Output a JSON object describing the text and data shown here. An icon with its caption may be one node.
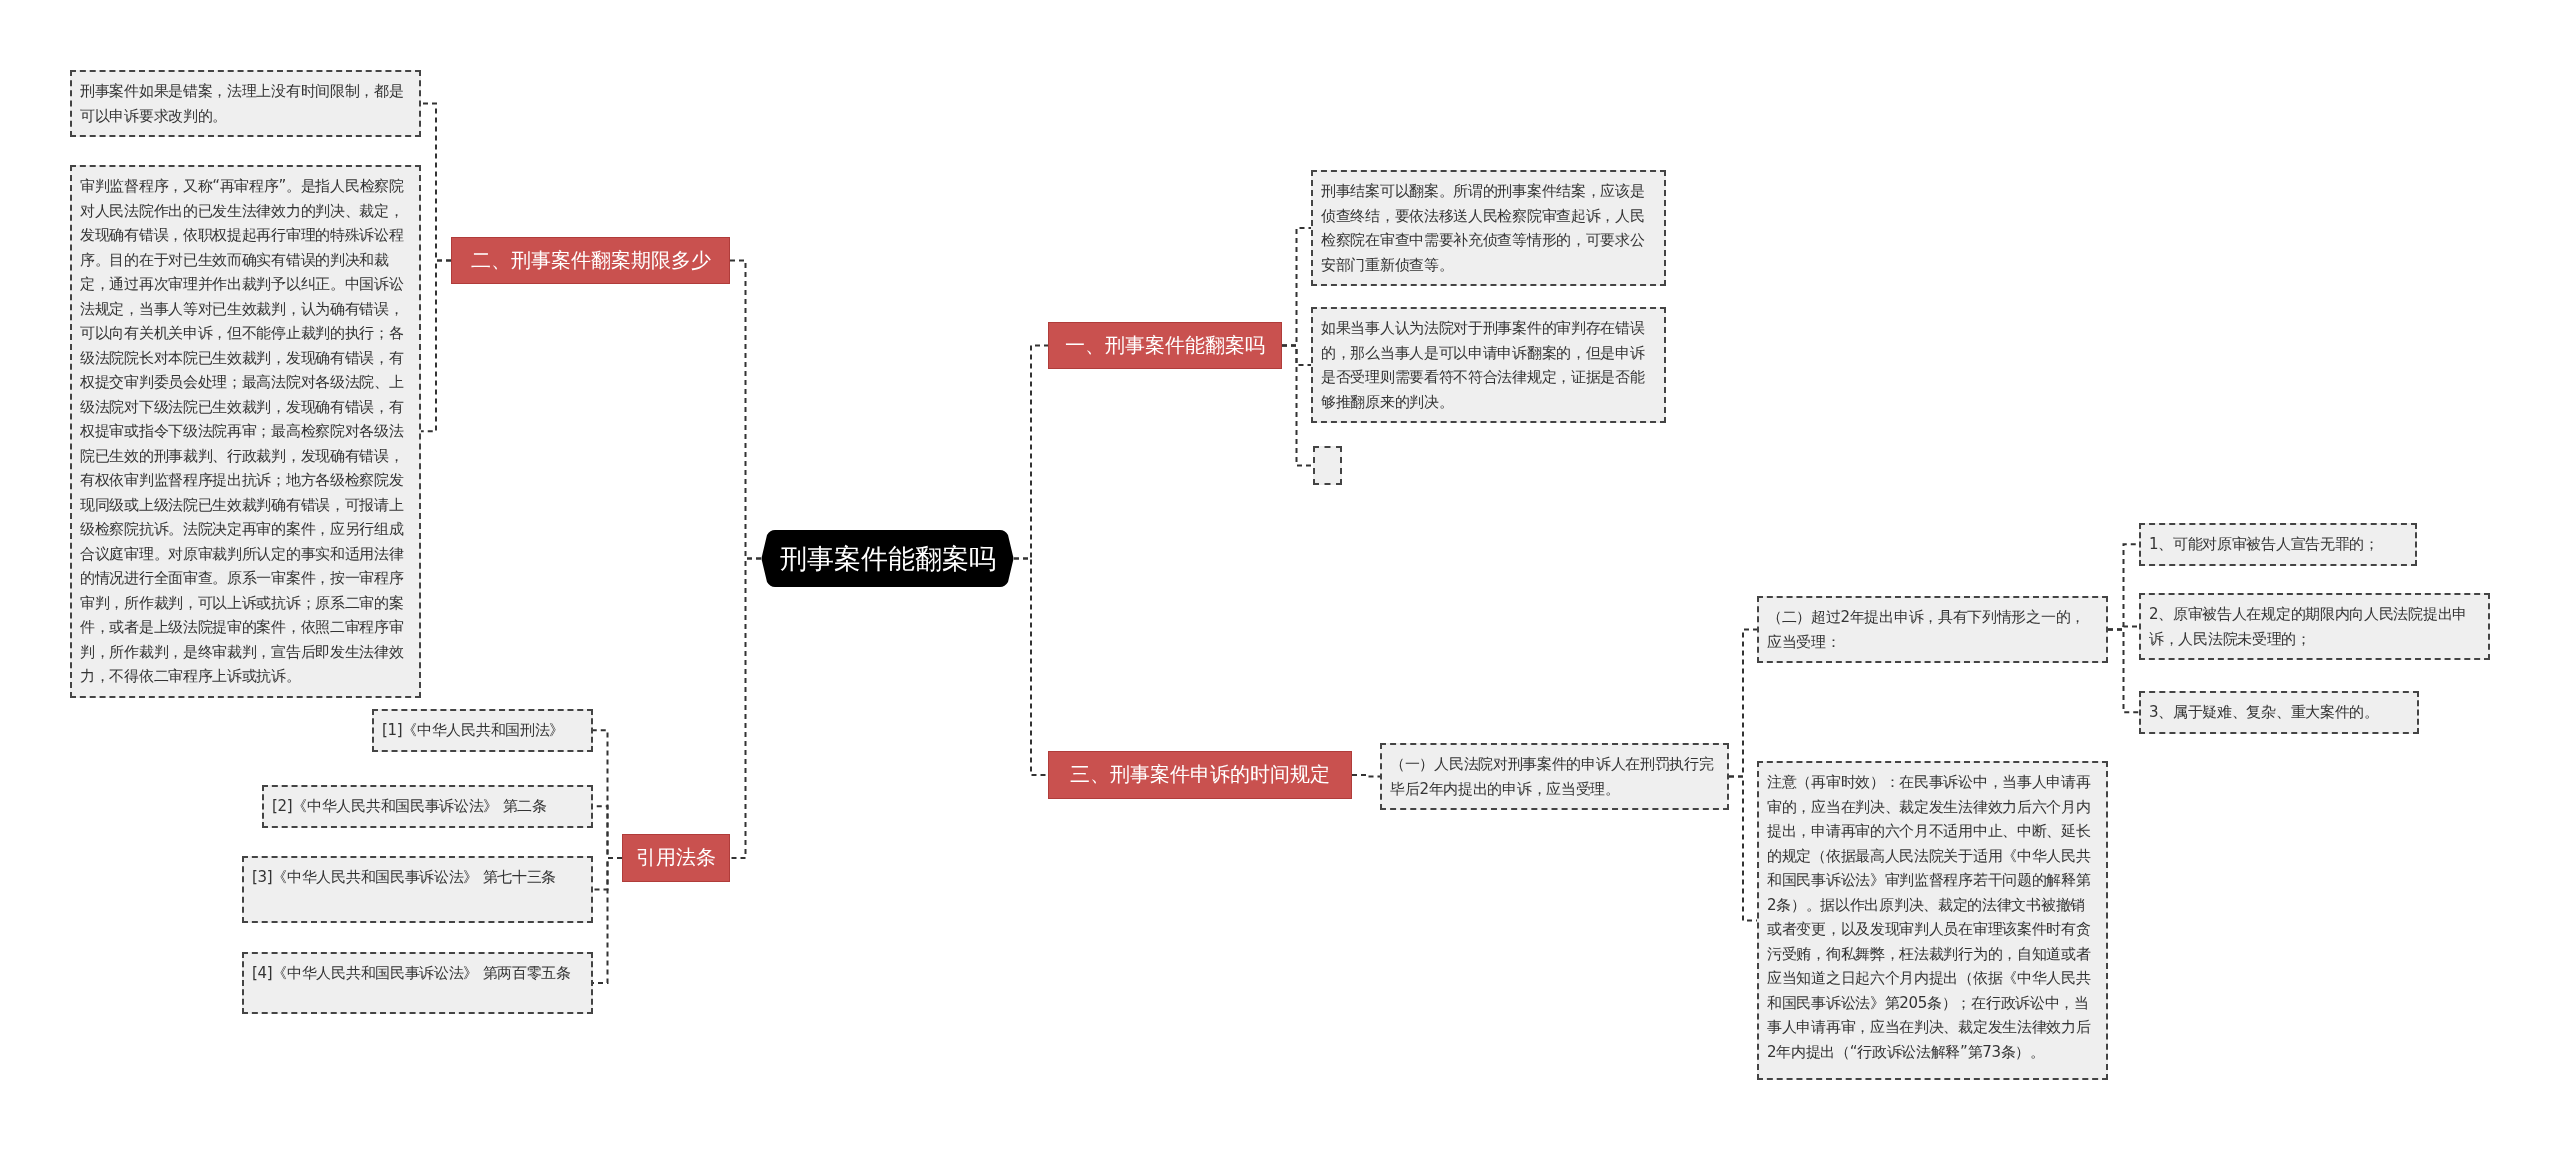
{
  "diagram": {
    "nodes": [
      {
        "text": [
          "刑事案件能翻案吗"
        ]
      },
      {
        "text": [
          "二、刑事案件翻案期限多少"
        ]
      },
      {
        "text": [
          "刑事案件如果是错案，法理上没有时间限制，都是可以申诉要求改判的。"
        ]
      },
      {
        "text": [
          "审判监督程序，又称“再审程序”。是指人民检察院对人民法院作出的已发生法律效力的判决、裁定，发现确有错误，依职权提起再行审理的特殊诉讼程序。目的在于对已生效而确实有错误的判决和裁定，通过再次审理并作出裁判予以纠正。中国诉讼法规定，当事人等对已生效裁判，认为确有错误，可以向有关机关申诉，但不能停止裁判的执行；各级法院院长对本院已生效裁判，发现确有错误，有权提交审判委员会处理；最高法院对各级法院、上级法院对下级法院已生效裁判，发现确有错误，有权提审或指令下级法院再审；最高检察院对各级法院已生效的刑事裁判、行政裁判，发现确有错误，有权依审判监督程序提出抗诉；地方各级检察院发现同级或上级法院已生效裁判确有错误，可报请上级检察院抗诉。法院决定再审的案件，应另行组成合议庭审理。对原审裁判所认定的事实和适用法律的情况进行全面审查。原系一审案件，按一审程序审判，所作裁判，可以上诉或抗诉；原系二审的案件，或者是上级法院提审的案件，依照二审程序审判，所作裁判，是终审裁判，宣告后即发生法律效力，不得依二审程序上诉或抗诉。"
        ]
      },
      {
        "text": [
          "引用法条"
        ]
      },
      {
        "text": [
          "[1]《中华人民共和国刑法》"
        ]
      },
      {
        "text": [
          "[2]《中华人民共和国民事诉讼法》 第二条"
        ]
      },
      {
        "text": [
          "[3]《中华人民共和国民事诉讼法》 第七十三条"
        ]
      },
      {
        "text": [
          "[4]《中华人民共和国民事诉讼法》 第两百零五条"
        ]
      },
      {
        "text": [
          "一、刑事案件能翻案吗"
        ]
      },
      {
        "text": [
          "刑事结案可以翻案。所谓的刑事案件结案，应该是侦查终结，要依法移送人民检察院审查起诉，人民检察院在审查中需要补充侦查等情形的，可要求公安部门重新侦查等。"
        ]
      },
      {
        "text": [
          "如果当事人认为法院对于刑事案件的审判存在错误的，那么当事人是可以申请申诉翻案的，但是申诉是否受理则需要看符不符合法律规定，证据是否能够推翻原来的判决。"
        ]
      },
      {
        "text": [],
        "shape": "box"
      },
      {
        "text": [
          "三、刑事案件申诉的时间规定"
        ]
      },
      {
        "text": [
          "（一）人民法院对刑事案件的申诉人在刑罚执行完毕后2年内提出的申诉，应当受理。"
        ]
      },
      {
        "text": [
          "（二）超过2年提出申诉，具有下列情形之一的，应当受理："
        ]
      },
      {
        "text": [
          "1、可能对原审被告人宣告无罪的；"
        ]
      },
      {
        "text": [
          "2、原审被告人在规定的期限内向人民法院提出申诉，人民法院未受理的；"
        ]
      },
      {
        "text": [
          "3、属于疑难、复杂、重大案件的。"
        ]
      },
      {
        "text": [
          "注意（再审时效）：在民事诉讼中，当事人申请再审的，应当在判决、裁定发生法律效力后六个月内提出，申请再审的六个月不适用中止、中断、延长的规定（依据最高人民法院关于适用《中华人民共和国民事诉讼法》审判监督程序若干问题的解释第2条）。据以作出原判决、裁定的法律文书被撤销或者变更，以及发现审判人员在审理该案件时有贪污受贿，徇私舞弊，枉法裁判行为的，自知道或者应当知道之日起六个月内提出（依据《中华人民共和国民事诉讼法》第205条）；在行政诉讼中，当事人申请再审，应当在判决、裁定发生法律效力后2年内提出（“行政诉讼法解释”第73条）。"
        ]
      }
    ],
    "edges": [
      {
        "from": 0,
        "to": 1,
        "arrow": "none"
      },
      {
        "from": 1,
        "to": 2,
        "arrow": "none"
      },
      {
        "from": 1,
        "to": 3,
        "arrow": "none"
      },
      {
        "from": 0,
        "to": 4,
        "arrow": "none"
      },
      {
        "from": 4,
        "to": 5,
        "arrow": "none"
      },
      {
        "from": 4,
        "to": 6,
        "arrow": "none"
      },
      {
        "from": 4,
        "to": 7,
        "arrow": "none"
      },
      {
        "from": 4,
        "to": 8,
        "arrow": "none"
      },
      {
        "from": 0,
        "to": 9,
        "arrow": "none"
      },
      {
        "from": 9,
        "to": 10,
        "arrow": "none"
      },
      {
        "from": 9,
        "to": 11,
        "arrow": "none"
      },
      {
        "from": 9,
        "to": 12,
        "arrow": "none"
      },
      {
        "from": 0,
        "to": 13,
        "arrow": "none"
      },
      {
        "from": 13,
        "to": 14,
        "arrow": "none"
      },
      {
        "from": 14,
        "to": 15,
        "arrow": "none"
      },
      {
        "from": 15,
        "to": 16,
        "arrow": "none"
      },
      {
        "from": 15,
        "to": 17,
        "arrow": "none"
      },
      {
        "from": 15,
        "to": 18,
        "arrow": "none"
      },
      {
        "from": 14,
        "to": 19,
        "arrow": "none"
      }
    ]
  }
}
